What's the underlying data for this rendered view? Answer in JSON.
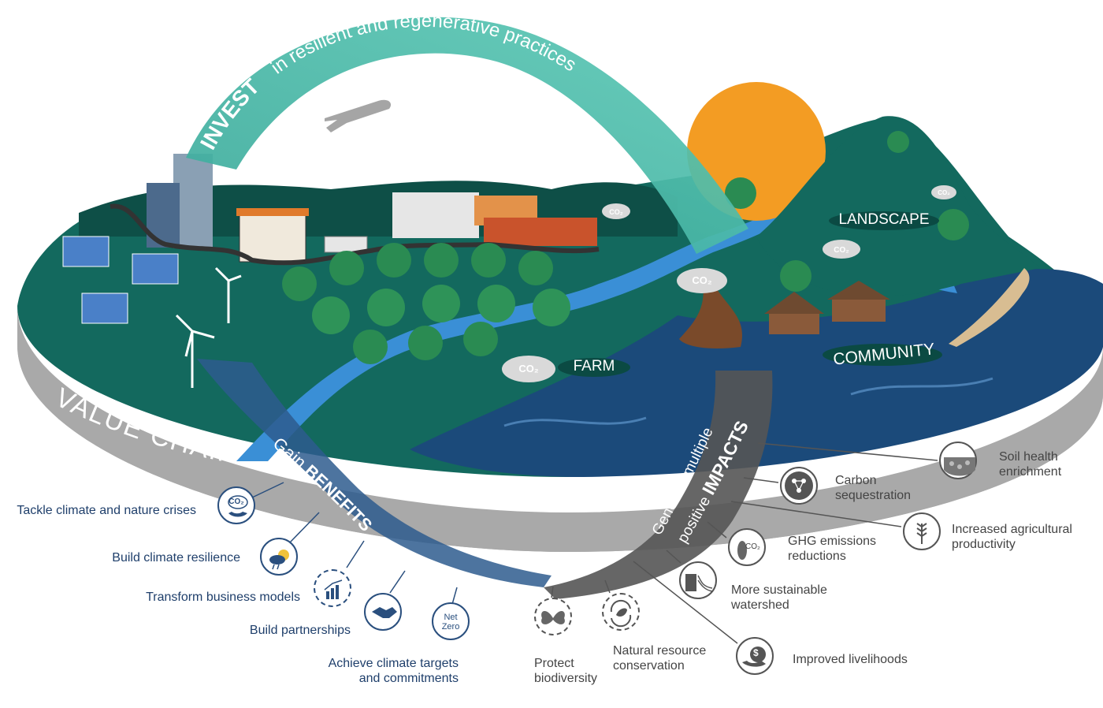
{
  "ribbons": {
    "invest_bold": "INVEST",
    "invest_rest": "in resilient and regenerative practices",
    "benefits_prefix": "Gain",
    "benefits_bold": "BENEFITS",
    "impacts_line1": "Generate multiple",
    "impacts_line2_prefix": "positive",
    "impacts_bold": "IMPACTS"
  },
  "zones": {
    "value_chain": "VALUE CHAIN",
    "farm": "FARM",
    "landscape": "LANDSCAPE",
    "community": "COMMUNITY",
    "co2": "CO₂"
  },
  "benefits": [
    {
      "label": "Tackle climate and nature crises",
      "icon": "co2-hand-icon"
    },
    {
      "label": "Build climate resilience",
      "icon": "storm-sun-icon"
    },
    {
      "label": "Transform business models",
      "icon": "growth-chart-icon"
    },
    {
      "label": "Build partnerships",
      "icon": "handshake-icon"
    },
    {
      "label": "Achieve climate targets and commitments",
      "line1": "Achieve climate targets",
      "line2": "and commitments",
      "icon": "net-zero-icon",
      "icon_text1": "Net",
      "icon_text2": "Zero"
    }
  ],
  "impacts": [
    {
      "line1": "Soil health",
      "line2": "enrichment",
      "icon": "soil-icon"
    },
    {
      "line1": "Carbon",
      "line2": "sequestration",
      "icon": "carbon-molecule-icon"
    },
    {
      "line1": "Increased agricultural",
      "line2": "productivity",
      "icon": "wheat-icon"
    },
    {
      "line1": "GHG emissions",
      "line2": "reductions",
      "icon": "footprint-co2-icon",
      "icon_text": "CO₂"
    },
    {
      "line1": "More sustainable",
      "line2": "watershed",
      "icon": "waterfall-icon"
    },
    {
      "line1": "Improved livelihoods",
      "line2": "",
      "icon": "money-bag-icon",
      "icon_text": "$"
    },
    {
      "line1": "Natural resource",
      "line2": "conservation",
      "icon": "recycle-leaf-icon"
    },
    {
      "line1": "Protect",
      "line2": "biodiversity",
      "icon": "butterfly-icon"
    }
  ],
  "colors": {
    "land": "#13695e",
    "land_dark": "#0e4f47",
    "water": "#1b4a7a",
    "river": "#3a8fd6",
    "base": "#b3b3b3",
    "sun": "#f39c23",
    "invest_ribbon": "#4dbfab",
    "benefits_ribbon": "#2e5c8e",
    "impacts_ribbon": "#555555",
    "benefit_text": "#1f3f6b",
    "impact_text": "#444444"
  }
}
